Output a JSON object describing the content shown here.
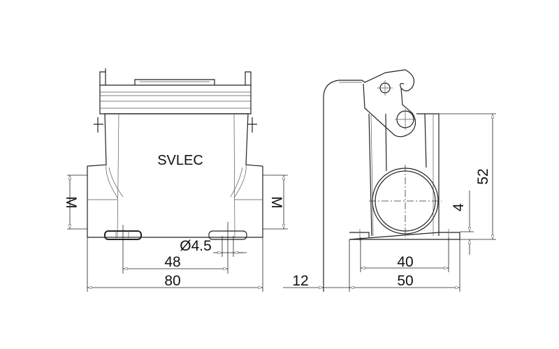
{
  "drawing": {
    "brand_label": "SVLEC",
    "dimensions": {
      "m_left": "M",
      "m_right": "M",
      "hole_diameter": "Ø4.5",
      "hole_spacing": "48",
      "overall_width": "80",
      "latch_offset": "12",
      "base_hole_spacing": "40",
      "base_depth": "50",
      "height": "52",
      "base_thickness": "4"
    }
  }
}
